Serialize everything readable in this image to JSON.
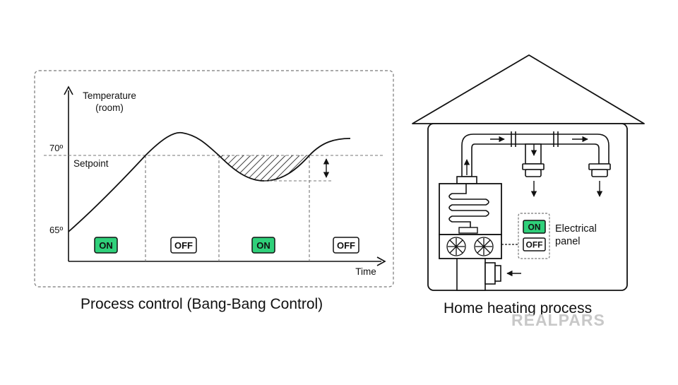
{
  "left": {
    "y_axis_label_line1": "Temperature",
    "y_axis_label_line2": "(room)",
    "x_axis_label": "Time",
    "tick_high": "70º",
    "tick_low": "65º",
    "setpoint_label": "Setpoint",
    "states": [
      "ON",
      "OFF",
      "ON",
      "OFF"
    ],
    "caption": "Process control (Bang-Bang Control)"
  },
  "right": {
    "panel_on": "ON",
    "panel_off": "OFF",
    "panel_label_line1": "Electrical",
    "panel_label_line2": "panel",
    "caption": "Home heating process"
  },
  "watermark": "REALPARS",
  "colors": {
    "on_fill": "#2fd07a",
    "off_fill": "#ffffff",
    "stroke": "#111111",
    "watermark": "#c8c8c8"
  }
}
